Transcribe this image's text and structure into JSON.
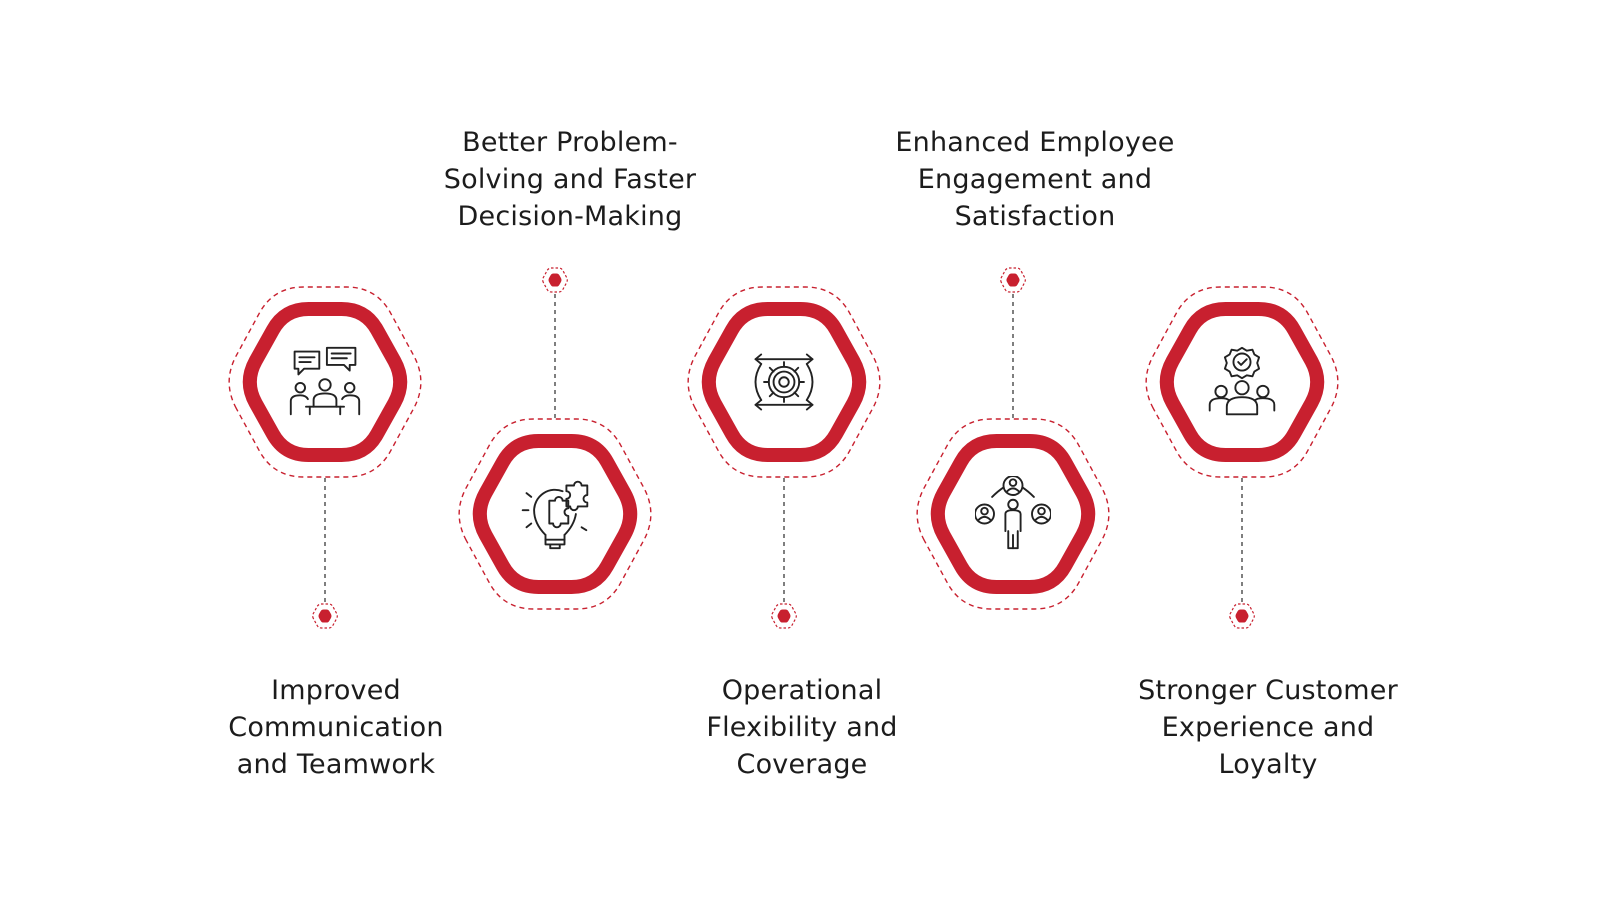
{
  "colors": {
    "accent": "#c8202f",
    "connector": "#555555",
    "text": "#1c1c1c",
    "icon": "#222222",
    "background": "#ffffff"
  },
  "steps": [
    {
      "title_lines": [
        "Improved",
        "Communication",
        "and Teamwork"
      ],
      "icon": "team-discussion-icon",
      "position": "high",
      "label_side": "bottom"
    },
    {
      "title_lines": [
        "Better Problem-",
        "Solving and Faster",
        "Decision-Making"
      ],
      "icon": "lightbulb-puzzle-icon",
      "position": "low",
      "label_side": "top"
    },
    {
      "title_lines": [
        "Operational",
        "Flexibility and",
        "Coverage"
      ],
      "icon": "gear-arrows-icon",
      "position": "high",
      "label_side": "bottom"
    },
    {
      "title_lines": [
        "Enhanced Employee",
        "Engagement and",
        "Satisfaction"
      ],
      "icon": "people-network-icon",
      "position": "low",
      "label_side": "top"
    },
    {
      "title_lines": [
        "Stronger Customer",
        "Experience and",
        "Loyalty"
      ],
      "icon": "customer-badge-icon",
      "position": "high",
      "label_side": "bottom"
    }
  ]
}
